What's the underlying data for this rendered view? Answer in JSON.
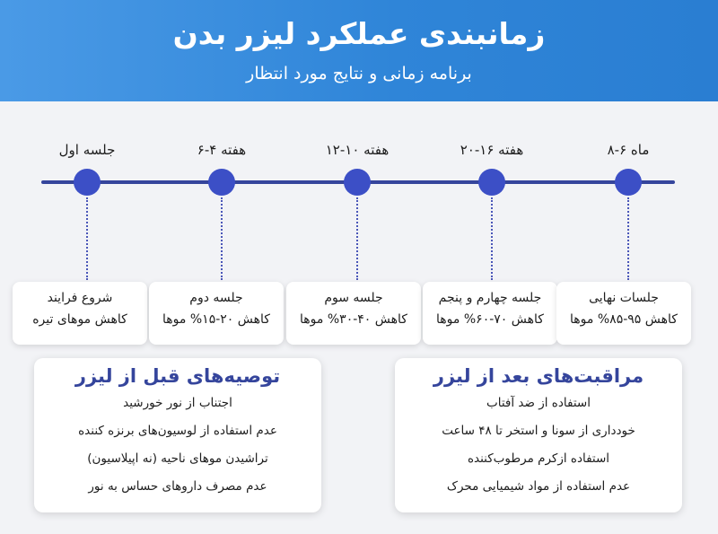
{
  "header": {
    "title": "زمانبندی عملکرد لیزر بدن",
    "subtitle": "برنامه زمانی و نتایج مورد انتظار"
  },
  "timeline": [
    {
      "time": "جلسه اول",
      "title": "شروع فرایند",
      "result": "کاهش موهای تیره"
    },
    {
      "time": "هفته ۴-۶",
      "title": "جلسه دوم",
      "result": "کاهش ۲۰-۱۵% موها"
    },
    {
      "time": "هفته ۱۰-۱۲",
      "title": "جلسه سوم",
      "result": "کاهش ۴۰-۳۰% موها"
    },
    {
      "time": "هفته ۱۶-۲۰",
      "title": "جلسه چهارم و پنجم",
      "result": "کاهش ۷۰-۶۰% موها"
    },
    {
      "time": "ماه ۶-۸",
      "title": "جلسات نهایی",
      "result": "کاهش ۹۵-۸۵% موها"
    }
  ],
  "before_panel": {
    "title": "توصیه‌های قبل از لیزر",
    "items": [
      "اجتناب از نور خورشید",
      "عدم استفاده از لوسیون‌های برنزه کننده",
      "تراشیدن موهای ناحیه (نه اپیلاسیون)",
      "عدم مصرف داروهای حساس به نور"
    ]
  },
  "after_panel": {
    "title": "مراقبت‌های بعد از لیزر",
    "items": [
      "استفاده از ضد آفتاب",
      "خودداری از سونا و استخر تا ۴۸ ساعت",
      "استفاده ازکرم مرطوب‌کننده",
      "عدم استفاده از مواد شیمیایی محرک"
    ]
  },
  "colors": {
    "header_start": "#4a9ae6",
    "header_end": "#2a7ed2",
    "timeline": "#35459c",
    "dot": "#3c4fc6"
  }
}
